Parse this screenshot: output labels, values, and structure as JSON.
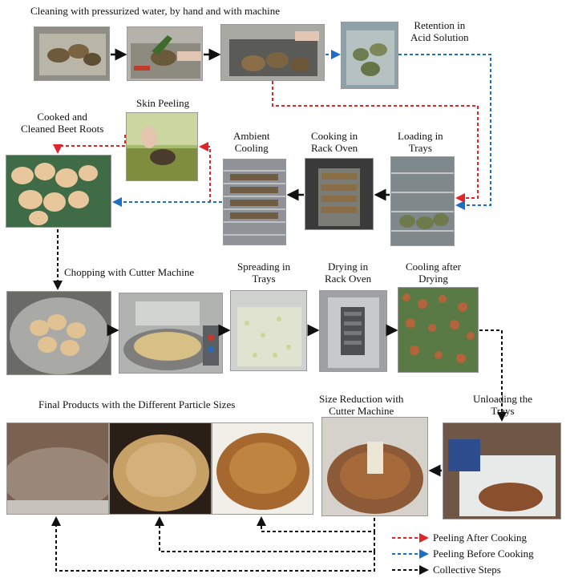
{
  "labels": {
    "cleaning": "Cleaning with pressurized water, by hand and with machine",
    "retention_l1": "Retention in",
    "retention_l2": "Acid Solution",
    "skin_peeling": "Skin Peeling",
    "cooked_l1": "Cooked and",
    "cooked_l2": "Cleaned Beet Roots",
    "ambient_l1": "Ambient",
    "ambient_l2": "Cooling",
    "cooking_l1": "Cooking in",
    "cooking_l2": "Rack Oven",
    "loading_l1": "Loading in",
    "loading_l2": "Trays",
    "chopping": "Chopping with Cutter Machine",
    "spreading_l1": "Spreading in",
    "spreading_l2": "Trays",
    "drying_l1": "Drying in",
    "drying_l2": "Rack Oven",
    "coolingafter_l1": "Cooling after",
    "coolingafter_l2": "Drying",
    "final": "Final Products with the Different Particle Sizes",
    "sizered_l1": "Size Reduction with",
    "sizered_l2": "Cutter Machine",
    "unloading_l1": "Unloading the",
    "unloading_l2": "Trays"
  },
  "legend": {
    "red": "Peeling After Cooking",
    "blue": "Peeling Before Cooking",
    "black": "Collective Steps"
  },
  "colors": {
    "red": "#e0242a",
    "blue": "#1e6fc1",
    "black": "#111111"
  }
}
